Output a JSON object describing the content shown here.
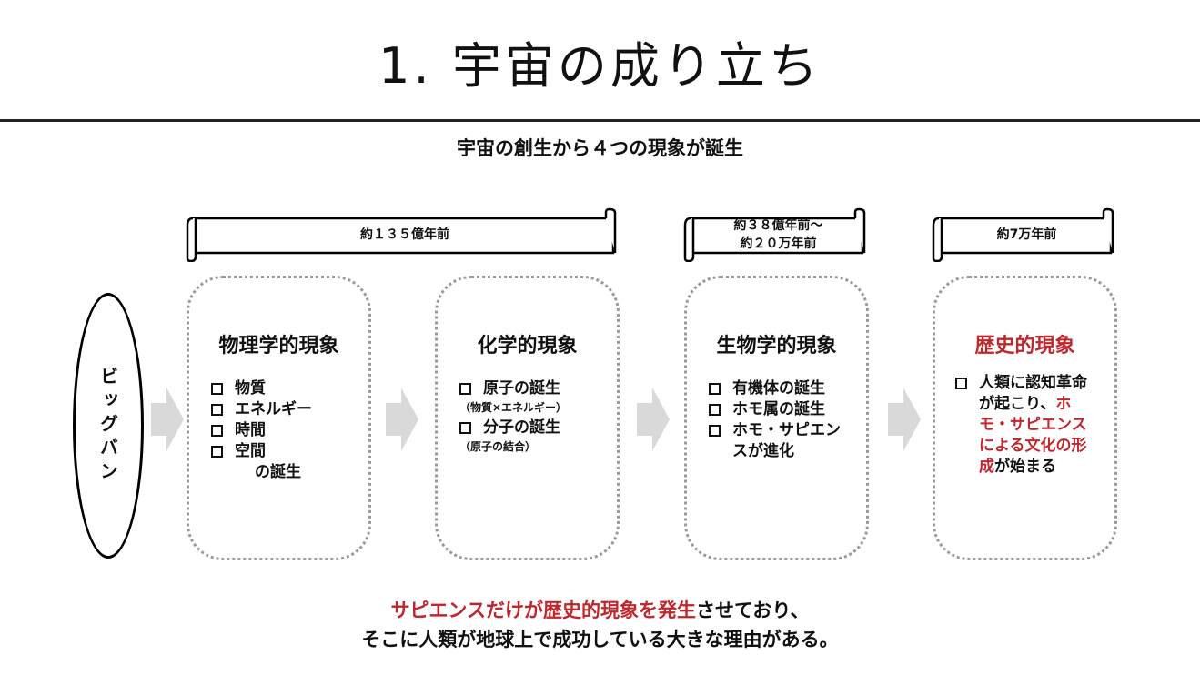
{
  "title": "1. 宇宙の成り立ち",
  "subtitle": "宇宙の創生から４つの現象が誕生",
  "bigbang_label": "ビッグバン",
  "scrolls": [
    {
      "text": "約１３５億年前"
    },
    {
      "line1": "約３８億年前～",
      "line2": "約２０万年前"
    },
    {
      "text": "約7万年前"
    }
  ],
  "phenomena": [
    {
      "title": "物理学的現象",
      "items": [
        "物質",
        "エネルギー",
        "時間",
        "空間"
      ],
      "footer": "の誕生"
    },
    {
      "title": "化学的現象",
      "items": [
        {
          "label": "原子の誕生",
          "note": "（物質×エネルギー）"
        },
        {
          "label": "分子の誕生",
          "note": "（原子の結合）"
        }
      ]
    },
    {
      "title": "生物学的現象",
      "items": [
        "有機体の誕生",
        "ホモ属の誕生",
        "ホモ・サピエンスが進化"
      ]
    },
    {
      "title": "歴史的現象",
      "title_color": "#c0272d",
      "item": {
        "part1": "人類に認知革命が起こり、",
        "highlight": "ホモ・サピエンスによる文化の形成",
        "part2": "が始まる"
      }
    }
  ],
  "conclusion": {
    "highlight": "サピエンスだけが歴史的現象を発生",
    "rest1": "させており、",
    "line2": "そこに人類が地球上で成功している大きな理由がある。"
  },
  "colors": {
    "accent_red": "#c0272d",
    "box_border": "#9a9a9a",
    "arrow": "#d9d9d9"
  }
}
